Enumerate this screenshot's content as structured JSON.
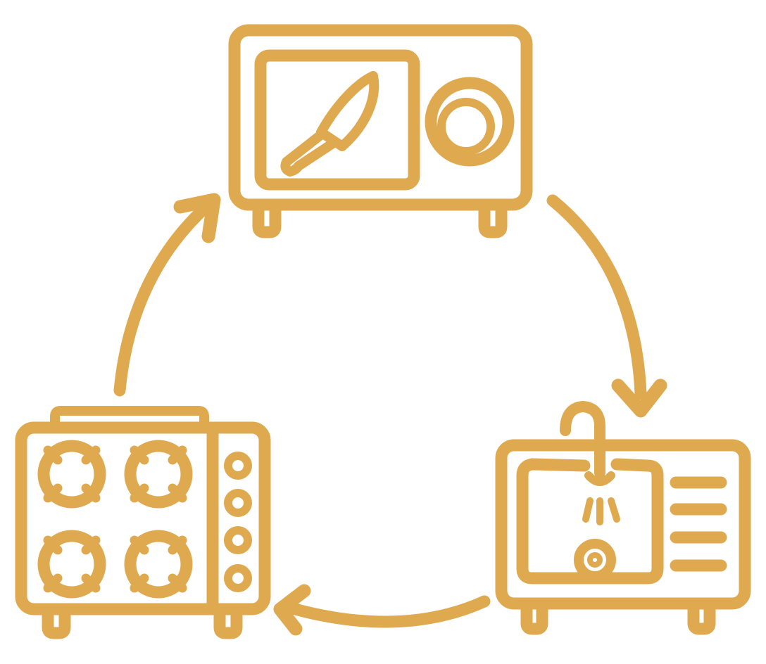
{
  "diagram": {
    "type": "cycle",
    "direction": "clockwise",
    "accent_color": "#dfa94f",
    "background_color": "#ffffff",
    "stations": [
      {
        "id": "prep",
        "icon": "cutting-board-knife-icon"
      },
      {
        "id": "wash",
        "icon": "sink-faucet-icon"
      },
      {
        "id": "cook",
        "icon": "stove-burners-icon"
      }
    ],
    "arrows": [
      {
        "from": "prep",
        "to": "wash"
      },
      {
        "from": "wash",
        "to": "cook"
      },
      {
        "from": "cook",
        "to": "prep"
      }
    ]
  }
}
